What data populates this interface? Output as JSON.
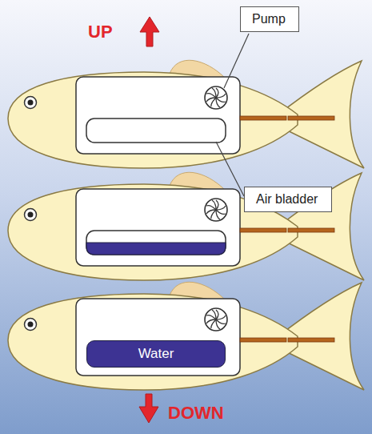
{
  "diagram": {
    "nodes": [
      {
        "text": [
          "Pump"
        ]
      },
      {
        "text": [
          "Air bladder"
        ]
      },
      {
        "text": [
          "Water"
        ]
      }
    ],
    "labels": [
      "UP",
      "DOWN"
    ]
  }
}
